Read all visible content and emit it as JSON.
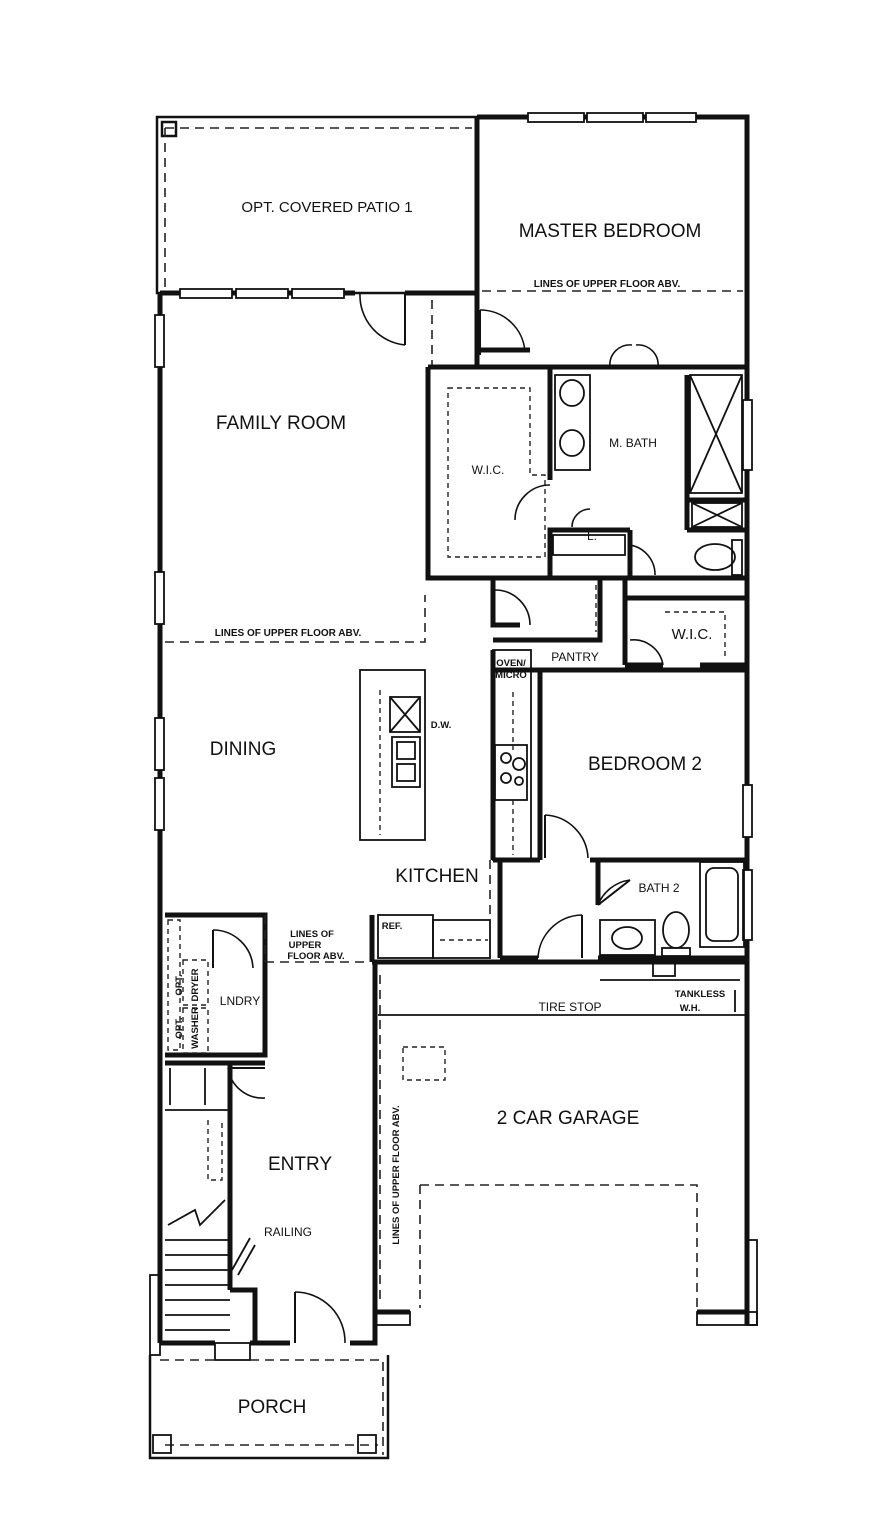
{
  "rooms": {
    "covered_patio": "OPT. COVERED PATIO 1",
    "master_bedroom": "MASTER BEDROOM",
    "family_room": "FAMILY ROOM",
    "wic_master": "W.I.C.",
    "master_bath": "M. BATH",
    "linen": "L.",
    "pantry": "PANTRY",
    "wic_bed2": "W.I.C.",
    "dining": "DINING",
    "bedroom2": "BEDROOM 2",
    "kitchen": "KITCHEN",
    "bath2": "BATH 2",
    "laundry": "LNDRY",
    "garage": "2 CAR GARAGE",
    "entry": "ENTRY",
    "porch": "PORCH"
  },
  "annotations": {
    "upper_floor_master": "LINES OF UPPER FLOOR ABV.",
    "upper_floor_family": "LINES OF UPPER FLOOR ABV.",
    "upper_floor_garage": "LINES OF UPPER FLOOR ABV.",
    "upper_floor_entry": [
      "LINES OF",
      "UPPER",
      "FLOOR ABV."
    ],
    "oven_micro": [
      "OVEN/",
      "MICRO"
    ],
    "dishwasher": "D.W.",
    "refrigerator": "REF.",
    "tire_stop": "TIRE STOP",
    "tankless": [
      "TANKLESS",
      "W.H."
    ],
    "railing": "RAILING",
    "opt_dryer": [
      "OPT.",
      "DRYER"
    ],
    "opt_washer": [
      "OPT.",
      "WASHER"
    ]
  }
}
